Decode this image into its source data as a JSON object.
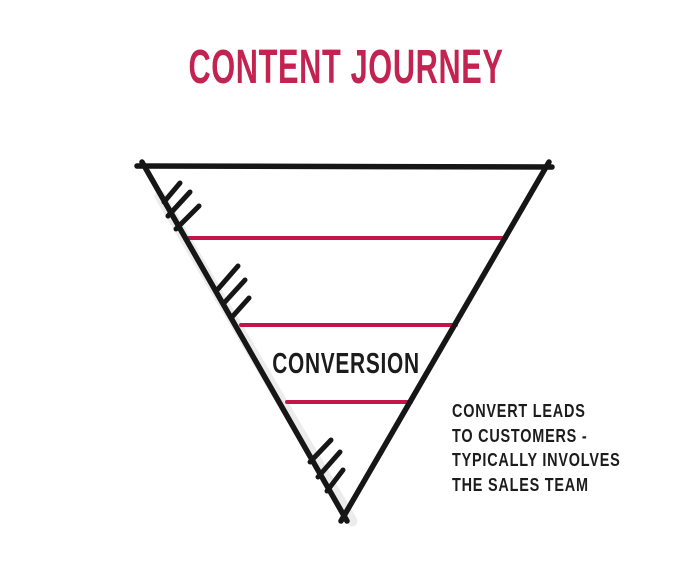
{
  "title": {
    "text": "CONTENT JOURNEY",
    "color": "#c32350"
  },
  "funnel": {
    "stage_label": "CONVERSION",
    "outline_color": "#161616",
    "divider_color": "#c2164a",
    "shadow_color": "#ececec",
    "tick_color": "#161616",
    "stage_count_visible": 4
  },
  "annotation": {
    "lines": [
      "CONVERT LEADS",
      "TO CUSTOMERS -",
      "TYPICALLY INVOLVES",
      "THE SALES TEAM"
    ],
    "color": "#1c1c1c"
  }
}
